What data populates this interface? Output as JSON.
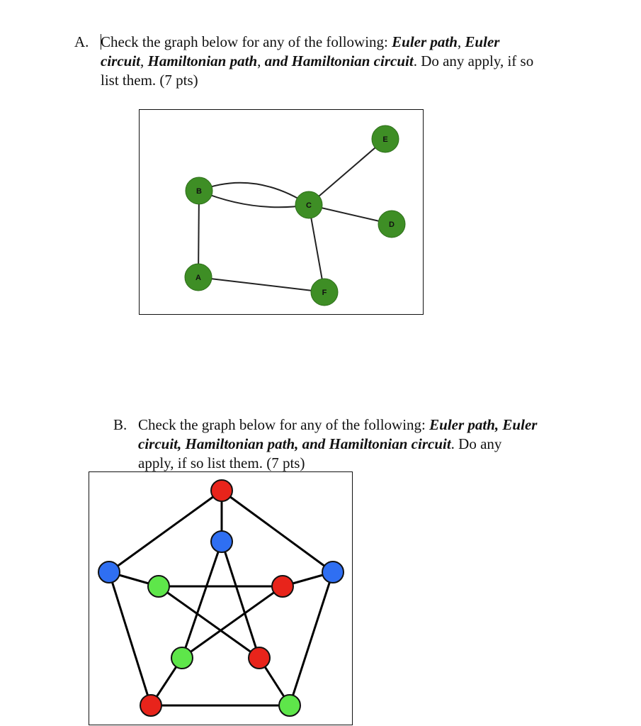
{
  "question_a": {
    "marker": "A.",
    "segments_line1": [
      {
        "text": "Check the graph below for any of the following: ",
        "style": "plain"
      },
      {
        "text": "Euler path",
        "style": "term"
      },
      {
        "text": ", ",
        "style": "plain"
      },
      {
        "text": "Euler",
        "style": "term"
      }
    ],
    "segments_line2": [
      {
        "text": "circuit",
        "style": "term"
      },
      {
        "text": ", ",
        "style": "plain"
      },
      {
        "text": "Hamiltonian path",
        "style": "term"
      },
      {
        "text": ", ",
        "style": "plain"
      },
      {
        "text": "and Hamiltonian circuit",
        "style": "term"
      },
      {
        "text": ". Do any apply, if so",
        "style": "plain"
      }
    ],
    "segments_line3": [
      {
        "text": "list them. (7 pts)",
        "style": "plain"
      }
    ]
  },
  "graph_a": {
    "node_color": "#3e8e25",
    "node_stroke": "#2d6e1a",
    "edge_color": "#222222",
    "nodes": [
      {
        "id": "E",
        "label": "E"
      },
      {
        "id": "B",
        "label": "B"
      },
      {
        "id": "C",
        "label": "C"
      },
      {
        "id": "D",
        "label": "D"
      },
      {
        "id": "A",
        "label": "A"
      },
      {
        "id": "F",
        "label": "F"
      }
    ],
    "edges": [
      [
        "B",
        "C"
      ],
      [
        "B",
        "C"
      ],
      [
        "C",
        "E"
      ],
      [
        "C",
        "D"
      ],
      [
        "C",
        "F"
      ],
      [
        "B",
        "A"
      ],
      [
        "A",
        "F"
      ]
    ]
  },
  "question_b": {
    "marker": "B.",
    "segments_line1": [
      {
        "text": "Check the graph below for any of the following: ",
        "style": "plain"
      },
      {
        "text": "Euler path, Euler",
        "style": "term"
      }
    ],
    "segments_line2": [
      {
        "text": "circuit, Hamiltonian path, and Hamiltonian circuit",
        "style": "term"
      },
      {
        "text": ". Do any",
        "style": "plain"
      }
    ],
    "segments_line3": [
      {
        "text": "apply, if so list them. (7 pts)",
        "style": "plain"
      }
    ]
  },
  "graph_b": {
    "edge_color": "#000000",
    "colors": {
      "red": "#e8241b",
      "blue": "#2f6ff2",
      "green": "#5ee64a"
    },
    "outer_nodes": [
      {
        "id": "o1",
        "color": "red"
      },
      {
        "id": "o2",
        "color": "blue"
      },
      {
        "id": "o3",
        "color": "green"
      },
      {
        "id": "o4",
        "color": "red"
      },
      {
        "id": "o5",
        "color": "blue"
      }
    ],
    "inner_nodes": [
      {
        "id": "i1",
        "color": "blue"
      },
      {
        "id": "i2",
        "color": "red"
      },
      {
        "id": "i3",
        "color": "red"
      },
      {
        "id": "i4",
        "color": "green"
      },
      {
        "id": "i5",
        "color": "green"
      }
    ]
  }
}
